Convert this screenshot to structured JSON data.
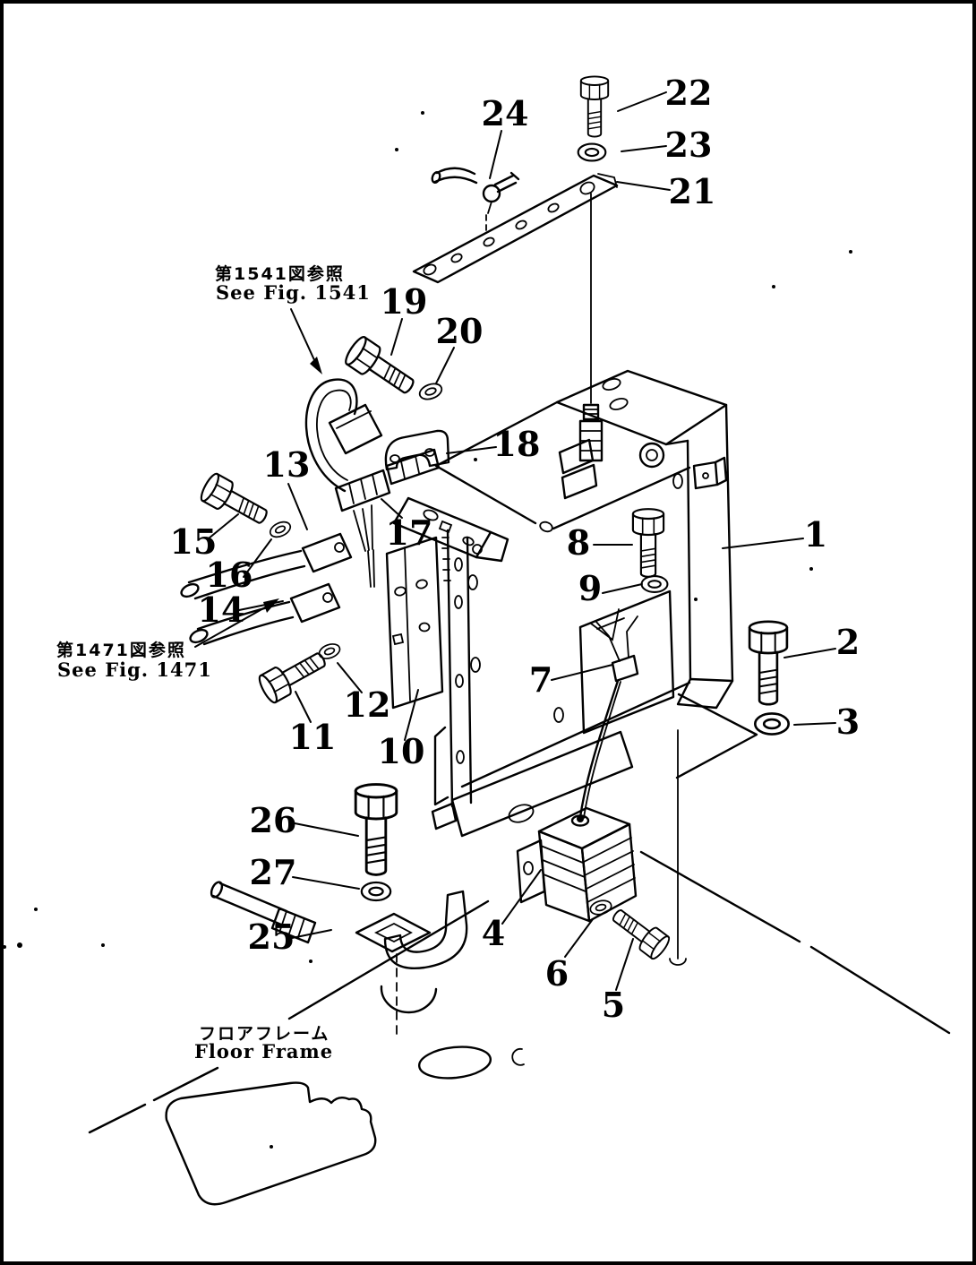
{
  "figure": {
    "type": "exploded-parts-diagram",
    "colors": {
      "ink": "#000000",
      "paper": "#ffffff"
    },
    "callouts": {
      "c1": "1",
      "c2": "2",
      "c3": "3",
      "c4": "4",
      "c5": "5",
      "c6": "6",
      "c7": "7",
      "c8": "8",
      "c9": "9",
      "c10": "10",
      "c11": "11",
      "c12": "12",
      "c13": "13",
      "c14": "14",
      "c15": "15",
      "c16": "16",
      "c17": "17",
      "c18": "18",
      "c19": "19",
      "c20": "20",
      "c21": "21",
      "c22": "22",
      "c23": "23",
      "c24": "24",
      "c25": "25",
      "c26": "26",
      "c27": "27"
    },
    "annotations": {
      "fig1541_jp": "第1541図参照",
      "fig1541_en": "See Fig. 1541",
      "fig1471_jp": "第1471図参照",
      "fig1471_en": "See Fig. 1471",
      "floor_jp": "フロアフレーム",
      "floor_en": "Floor Frame"
    }
  }
}
